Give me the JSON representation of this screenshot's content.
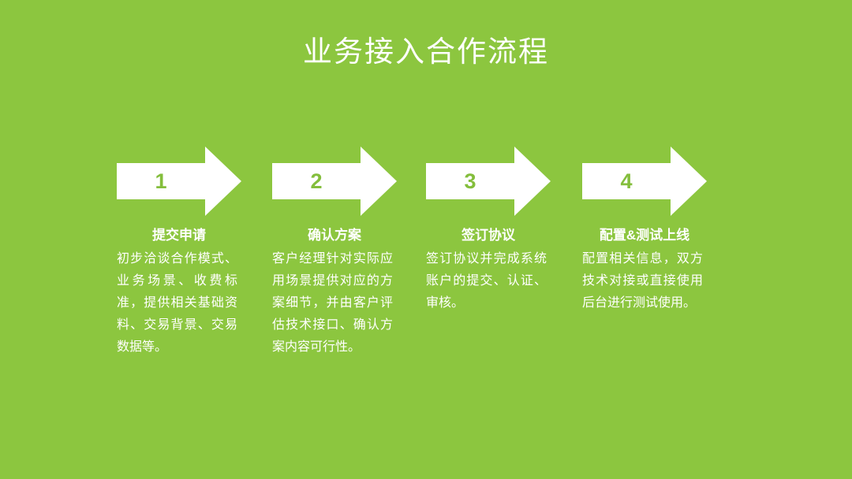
{
  "slide": {
    "title": "业务接入合作流程",
    "colors": {
      "background": "#8CC63F",
      "arrow": "#FFFFFF",
      "number": "#84BE3C",
      "text": "#FFFFFF"
    },
    "steps": [
      {
        "number": "1",
        "heading": "提交申请",
        "description": "初步洽谈合作模式、业务场景、收费标准，提供相关基础资料、交易背景、交易数据等。"
      },
      {
        "number": "2",
        "heading": "确认方案",
        "description": "客户经理针对实际应用场景提供对应的方案细节，并由客户评估技术接口、确认方案内容可行性。"
      },
      {
        "number": "3",
        "heading": "签订协议",
        "description": "签订协议并完成系统账户的提交、认证、审核。"
      },
      {
        "number": "4",
        "heading": "配置&测试上线",
        "description": "配置相关信息，双方技术对接或直接使用后台进行测试使用。"
      }
    ]
  }
}
